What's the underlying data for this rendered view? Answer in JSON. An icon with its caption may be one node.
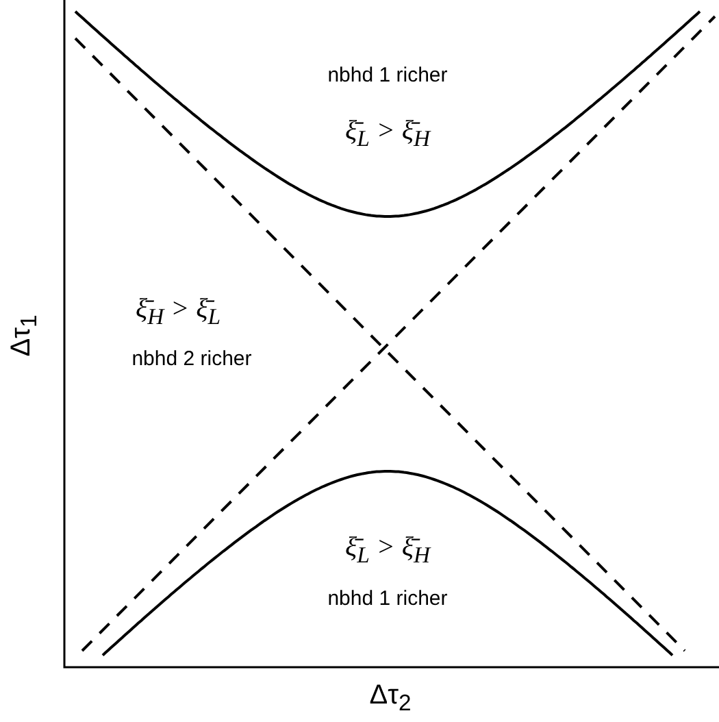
{
  "diagram": {
    "labels": [
      "nbhd 1 richer",
      "ξ̄$_{L}$ > ξ̄$_{H}$",
      "ξ̄$_{H}$ > ξ̄$_{L}$",
      "nbhd 2 richer",
      "ξ̄$_{L}$ > ξ̄$_{H}$",
      "nbhd 1 richer",
      "Δτ$_{1}$",
      "Δτ$_{2}$"
    ]
  }
}
